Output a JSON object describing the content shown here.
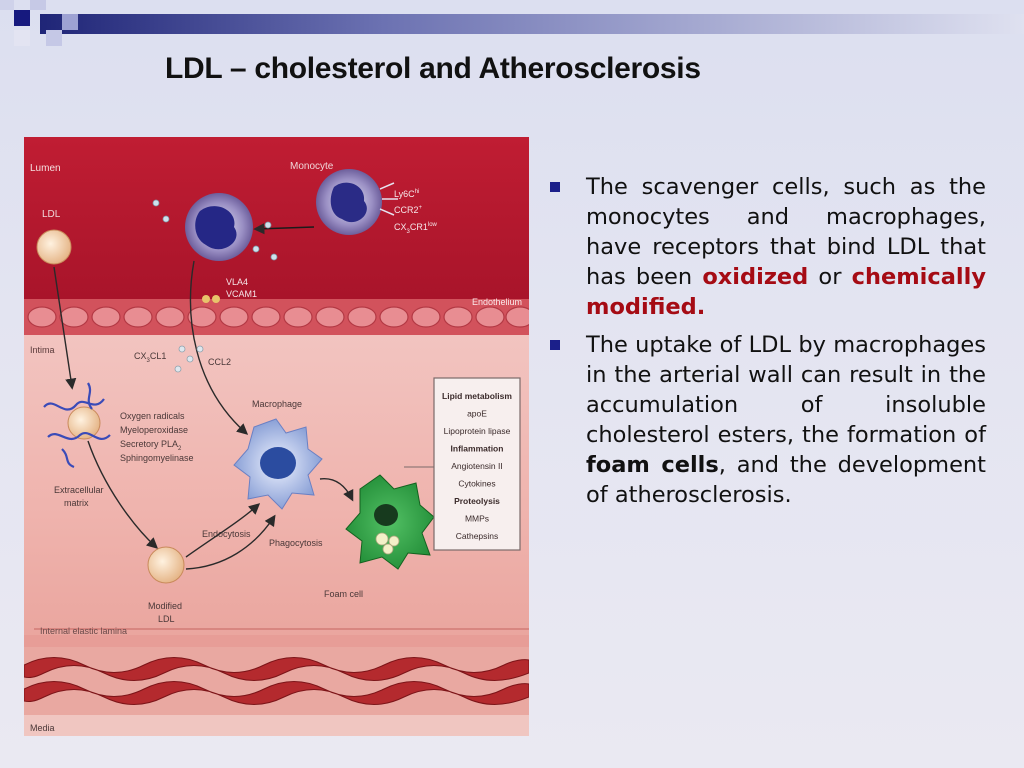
{
  "slide": {
    "title": "LDL – cholesterol and Atherosclerosis",
    "colors": {
      "accent_bullet": "#1b1f8a",
      "highlight": "#a50b14",
      "lumen": "#b8192e"
    }
  },
  "bullets": [
    {
      "t1": "The scavenger cells, such as the monocytes and macrophages, have receptors that bind LDL that has been ",
      "hl1": "oxidized",
      "t2": " or ",
      "hl2": "chemically modified."
    },
    {
      "t1": "The uptake of LDL by macrophages in the arterial wall can result in the accumulation of insoluble cholesterol esters, the formation of ",
      "strong": "foam cells",
      "t2": ", and the development of atherosclerosis."
    }
  ],
  "figure": {
    "lumen": "Lumen",
    "monocyte": "Monocyte",
    "ldl": "LDL",
    "ly6c": "Ly6C",
    "ly6c_sup": "hi",
    "ccr2": "CCR2",
    "ccr2_sup": "+",
    "cx3cr1": "CX",
    "cx3cr1_sub": "3",
    "cx3cr1_rest": "CR1",
    "cx3cr1_sup": "low",
    "vla4": "VLA4",
    "vcam1": "VCAM1",
    "endothelium": "Endothelium",
    "intima": "Intima",
    "cx3cl1": "CX",
    "cx3cl1_sub": "3",
    "cx3cl1_rest": "CL1",
    "ccl2": "CCL2",
    "oxygen_radicals": "Oxygen radicals",
    "myeloperoxidase": "Myeloperoxidase",
    "secretory_pla2": "Secretory PLA",
    "secretory_pla2_sub": "2",
    "sphingomyelinase": "Sphingomyelinase",
    "macrophage": "Macrophage",
    "extracellular1": "Extracellular",
    "extracellular2": "matrix",
    "endocytosis": "Endocytosis",
    "phagocytosis": "Phagocytosis",
    "modified1": "Modified",
    "modified2": "LDL",
    "foam_cell": "Foam cell",
    "internal_elastic": "Internal elastic lamina",
    "media": "Media",
    "legend": [
      {
        "text": "Lipid metabolism",
        "bold": true
      },
      {
        "text": "apoE",
        "bold": false
      },
      {
        "text": "Lipoprotein lipase",
        "bold": false
      },
      {
        "text": "Inflammation",
        "bold": true
      },
      {
        "text": "Angiotensin II",
        "bold": false
      },
      {
        "text": "Cytokines",
        "bold": false
      },
      {
        "text": "Proteolysis",
        "bold": true
      },
      {
        "text": "MMPs",
        "bold": false
      },
      {
        "text": "Cathepsins",
        "bold": false
      }
    ]
  }
}
